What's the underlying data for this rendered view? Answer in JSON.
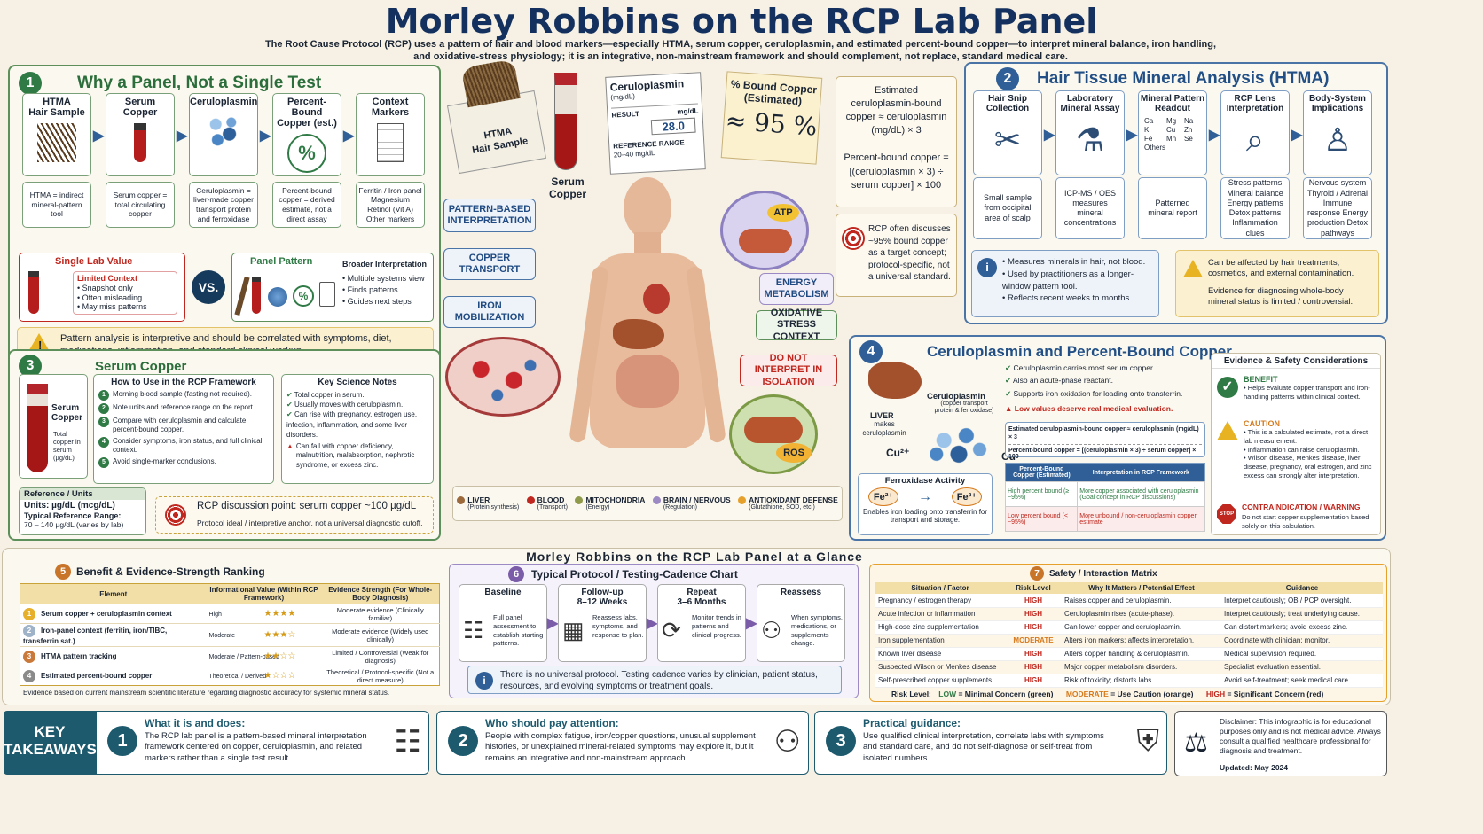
{
  "title": "Morley Robbins on the RCP Lab Panel",
  "subtitle": "The Root Cause Protocol (RCP) uses a pattern of hair and blood markers—especially HTMA, serum copper, ceruloplasmin, and estimated percent-bound copper—to interpret mineral balance, iron handling, and oxidative-stress physiology; it is an integrative, non-mainstream framework and should complement, not replace, standard medical care.",
  "s1": {
    "num": "1",
    "title": "Why a Panel, Not a Single Test",
    "cards": [
      {
        "t": "HTMA\nHair Sample",
        "d": "HTMA = indirect mineral-pattern tool"
      },
      {
        "t": "Serum\nCopper",
        "d": "Serum copper = total circulating copper"
      },
      {
        "t": "Ceruloplasmin",
        "d": "Ceruloplasmin = liver-made copper transport protein and ferroxidase"
      },
      {
        "t": "Percent-Bound\nCopper (est.)",
        "d": "Percent-bound copper = derived estimate, not a direct assay"
      },
      {
        "t": "Context\nMarkers",
        "d": "Ferritin / Iron panel Magnesium Retinol (Vit A) Other markers"
      }
    ],
    "single": "Single Lab Value",
    "limited": "Limited Context",
    "lim_items": [
      "Snapshot only",
      "Often misleading",
      "May miss patterns"
    ],
    "vs": "VS.",
    "panel_pattern": "Panel Pattern",
    "broader": "Broader Interpretation",
    "broad_items": [
      "Multiple systems view",
      "Finds patterns",
      "Guides next steps"
    ],
    "warn": "Pattern analysis is interpretive and should be correlated with symptoms, diet, medications, inflammation, and standard clinical workup."
  },
  "center": {
    "htma": "HTMA\nHair Sample",
    "serum": "Serum\nCopper",
    "cp_title": "Ceruloplasmin",
    "cp_unit": "(mg/dL)",
    "result": "RESULT",
    "mgdl": "mg/dL",
    "value": "28.0",
    "ref": "REFERENCE RANGE",
    "ref_val": "20–40 mg/dL",
    "pb_title": "% Bound Copper\n(Estimated)",
    "pb_val": "≈ 95 %",
    "tags": [
      "PATTERN-BASED INTERPRETATION",
      "COPPER TRANSPORT",
      "IRON MOBILIZATION",
      "ENERGY METABOLISM",
      "OXIDATIVE STRESS CONTEXT",
      "DO NOT INTERPRET IN ISOLATION"
    ],
    "atp": "ATP",
    "ros": "ROS",
    "legend": [
      {
        "n": "LIVER",
        "s": "(Protein synthesis)",
        "c": "#9c6a3c"
      },
      {
        "n": "BLOOD",
        "s": "(Transport)",
        "c": "#c0271e"
      },
      {
        "n": "MITOCHONDRIA",
        "s": "(Energy)",
        "c": "#8f9a4a"
      },
      {
        "n": "BRAIN / NERVOUS",
        "s": "(Regulation)",
        "c": "#9b8ac4"
      },
      {
        "n": "ANTIOXIDANT DEFENSE",
        "s": "(Glutathione, SOD, etc.)",
        "c": "#e6a12d"
      }
    ]
  },
  "formula": {
    "f1": "Estimated ceruloplasmin-bound copper ≈ ceruloplasmin (mg/dL) × 3",
    "f2": "Percent-bound copper = [(ceruloplasmin × 3) ÷ serum copper] × 100",
    "note": "RCP often discusses ~95% bound copper as a target concept; protocol-specific, not a universal standard."
  },
  "s2": {
    "num": "2",
    "title": "Hair Tissue Mineral Analysis (HTMA)",
    "steps": [
      {
        "t": "Hair Snip\nCollection",
        "d": "Small sample from occipital area of scalp"
      },
      {
        "t": "Laboratory\nMineral Assay",
        "d": "ICP-MS / OES measures mineral concentrations"
      },
      {
        "t": "Mineral Pattern\nReadout",
        "d": "Patterned mineral report"
      },
      {
        "t": "RCP Lens\nInterpretation",
        "d": "Stress patterns Mineral balance Energy patterns Detox patterns Inflammation clues"
      },
      {
        "t": "Body-System\nImplications",
        "d": "Nervous system Thyroid / Adrenal Immune response Energy production Detox pathways"
      }
    ],
    "minerals": [
      "Ca",
      "Mg",
      "Na",
      "K",
      "Cu",
      "Zn",
      "Fe",
      "Mn",
      "Se",
      "Others"
    ],
    "info": [
      "Measures minerals in hair, not blood.",
      "Used by practitioners as a longer-window pattern tool.",
      "Reflects recent weeks to months."
    ],
    "warn1": "Can be affected by hair treatments, cosmetics, and external contamination.",
    "warn2": "Evidence for diagnosing whole-body mineral status is limited / controversial."
  },
  "s3": {
    "num": "3",
    "title": "Serum Copper",
    "tube": "Serum\nCopper",
    "tube_sub": "Total copper in serum (µg/dL)",
    "howto": "How to Use in the RCP Framework",
    "steps": [
      "Morning blood sample (fasting not required).",
      "Note units and reference range on the report.",
      "Compare with ceruloplasmin and calculate percent-bound copper.",
      "Consider symptoms, iron status, and full clinical context.",
      "Avoid single-marker conclusions."
    ],
    "key": "Key Science Notes",
    "notes": [
      "Total copper in serum.",
      "Usually moves with ceruloplasmin.",
      "Can rise with pregnancy, estrogen use, infection, inflammation, and some liver disorders."
    ],
    "warn": "Can fall with copper deficiency, malnutrition, malabsorption, nephrotic syndrome, or excess zinc.",
    "ref_t": "Reference / Units",
    "units": "Units: µg/dL (mcg/dL)",
    "range_l": "Typical Reference Range:",
    "range": "70 – 140 µg/dL (varies by lab)",
    "point": "RCP discussion point: serum copper ~100 µg/dL",
    "point_sub": "Protocol ideal / interpretive anchor, not a universal diagnostic cutoff."
  },
  "s4": {
    "num": "4",
    "title": "Ceruloplasmin and Percent-Bound Copper",
    "liver": "LIVER",
    "liver_sub": "makes ceruloplasmin",
    "cp": "Ceruloplasmin",
    "cp_sub": "(copper transport protein & ferroxidase)",
    "cu": "Cu²⁺",
    "ferrox": "Ferroxidase Activity",
    "fe2": "Fe²⁺",
    "fe3": "Fe³⁺",
    "fe_note": "Enables iron loading onto transferrin for transport and storage.",
    "checks": [
      "Ceruloplasmin carries most serum copper.",
      "Also an acute-phase reactant.",
      "Supports iron oxidation for loading onto transferrin."
    ],
    "low": "Low values deserve real medical evaluation.",
    "f1": "Estimated ceruloplasmin-bound copper ≈ ceruloplasmin (mg/dL) × 3",
    "f2": "Percent-bound copper = [(ceruloplasmin × 3) ÷ serum copper] × 100",
    "th": [
      "Percent-Bound Copper (Estimated)",
      "Interpretation in RCP Framework"
    ],
    "rows": [
      [
        "High percent bound (≥ ~95%)",
        "More copper associated with ceruloplasmin (Goal concept in RCP discussions)"
      ],
      [
        "Low percent bound (< ~95%)",
        "More unbound / non-ceruloplasmin copper estimate"
      ]
    ],
    "ev": "Evidence & Safety Considerations",
    "benefit": "BENEFIT",
    "benefit_items": [
      "Helps evaluate copper transport and iron-handling patterns within clinical context."
    ],
    "caution": "CAUTION",
    "caution_items": [
      "This is a calculated estimate, not a direct lab measurement.",
      "Inflammation can raise ceruloplasmin.",
      "Wilson disease, Menkes disease, liver disease, pregnancy, oral estrogen, and zinc excess can strongly alter interpretation."
    ],
    "contra": "CONTRAINDICATION / WARNING",
    "contra_t": "Do not start copper supplementation based solely on this calculation.",
    "stop": "STOP"
  },
  "glance": "Morley Robbins on the RCP Lab Panel at a Glance",
  "s5": {
    "num": "5",
    "title": "Benefit & Evidence-Strength Ranking",
    "th": [
      "Element",
      "Informational Value (Within RCP Framework)",
      "Evidence Strength (For Whole-Body Diagnosis)"
    ],
    "rows": [
      {
        "rank": "1",
        "e": "Serum copper + ceruloplasmin context",
        "v": "High",
        "stars": 4,
        "s": "Moderate evidence (Clinically familiar)"
      },
      {
        "rank": "2",
        "e": "Iron-panel context (ferritin, iron/TIBC, transferrin sat.)",
        "v": "Moderate",
        "stars": 3,
        "s": "Moderate evidence (Widely used clinically)"
      },
      {
        "rank": "3",
        "e": "HTMA pattern tracking",
        "v": "Moderate / Pattern-based",
        "stars": 2,
        "s": "Limited / Controversial (Weak for diagnosis)"
      },
      {
        "rank": "4",
        "e": "Estimated percent-bound copper",
        "v": "Theoretical / Derived",
        "stars": 1,
        "s": "Theoretical / Protocol-specific (Not a direct measure)"
      }
    ],
    "foot": "Evidence based on current mainstream scientific literature regarding diagnostic accuracy for systemic mineral status."
  },
  "s6": {
    "num": "6",
    "title": "Typical Protocol / Testing-Cadence Chart",
    "steps": [
      {
        "t": "Baseline",
        "d": "Full panel assessment to establish starting patterns."
      },
      {
        "t": "Follow-up\n8–12 Weeks",
        "d": "Reassess labs, symptoms, and response to plan."
      },
      {
        "t": "Repeat\n3–6 Months",
        "d": "Monitor trends in patterns and clinical progress."
      },
      {
        "t": "Reassess",
        "d": "When symptoms, medications, or supplements change."
      }
    ],
    "note": "There is no universal protocol. Testing cadence varies by clinician, patient status, resources, and evolving symptoms or treatment goals."
  },
  "s7": {
    "num": "7",
    "title": "Safety / Interaction Matrix",
    "th": [
      "Situation / Factor",
      "Risk Level",
      "Why It Matters / Potential Effect",
      "Guidance"
    ],
    "rows": [
      [
        "Pregnancy / estrogen therapy",
        "HIGH",
        "Raises copper and ceruloplasmin.",
        "Interpret cautiously; OB / PCP oversight."
      ],
      [
        "Acute infection or inflammation",
        "HIGH",
        "Ceruloplasmin rises (acute-phase).",
        "Interpret cautiously; treat underlying cause."
      ],
      [
        "High-dose zinc supplementation",
        "HIGH",
        "Can lower copper and ceruloplasmin.",
        "Can distort markers; avoid excess zinc."
      ],
      [
        "Iron supplementation",
        "MODERATE",
        "Alters iron markers; affects interpretation.",
        "Coordinate with clinician; monitor."
      ],
      [
        "Known liver disease",
        "HIGH",
        "Alters copper handling & ceruloplasmin.",
        "Medical supervision required."
      ],
      [
        "Suspected Wilson or Menkes disease",
        "HIGH",
        "Major copper metabolism disorders.",
        "Specialist evaluation essential."
      ],
      [
        "Self-prescribed copper supplements",
        "HIGH",
        "Risk of toxicity; distorts labs.",
        "Avoid self-treatment; seek medical care."
      ]
    ],
    "legend_l": "Risk Level:",
    "low": "LOW",
    "low_t": " = Minimal Concern (green)",
    "mod": "MODERATE",
    "mod_t": " = Use Caution (orange)",
    "high": "HIGH",
    "high_t": " = Significant Concern (red)"
  },
  "kt": {
    "label": "KEY\nTAKEAWAYS",
    "items": [
      {
        "n": "1",
        "h": "What it is and does:",
        "t": "The RCP lab panel is a pattern-based mineral interpretation framework centered on copper, ceruloplasmin, and related markers rather than a single test result."
      },
      {
        "n": "2",
        "h": "Who should pay attention:",
        "t": "People with complex fatigue, iron/copper questions, unusual supplement histories, or unexplained mineral-related symptoms may explore it, but it remains an integrative and non-mainstream approach."
      },
      {
        "n": "3",
        "h": "Practical guidance:",
        "t": "Use qualified clinical interpretation, correlate labs with symptoms and standard care, and do not self-diagnose or self-treat from isolated numbers."
      }
    ],
    "disclaimer": "Disclaimer: This infographic is for educational purposes only and is not medical advice. Always consult a qualified healthcare professional for diagnosis and treatment.",
    "updated": "Updated: May 2024"
  }
}
